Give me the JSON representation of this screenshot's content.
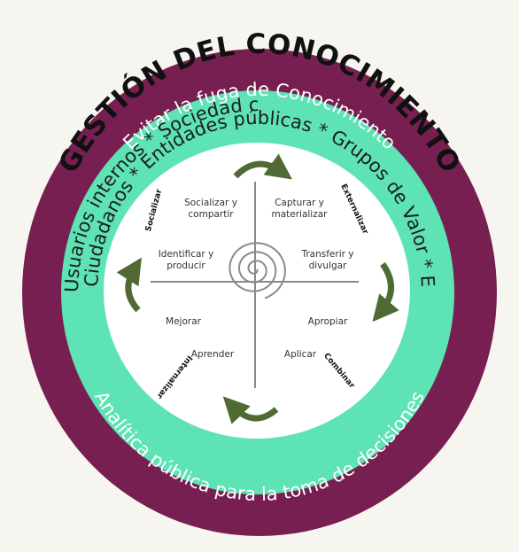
{
  "title": "GESTIÓN DEL CONOCIMIENTO",
  "outer_ring": {
    "top": "Evitar la fuga de Conocimiento",
    "bottom": "Analítica pública para la toma de decisiones"
  },
  "green_ring": {
    "top": "Ciudadanos * Entidades públicas * Grupos de Valor * Entidades de control *",
    "bottom": "Usuarios internos * Sociedad civil *"
  },
  "quadrants": {
    "socializar_compartir": "Socializar y compartir",
    "capturar_materializar": "Capturar y materializar",
    "identificar_producir": "Identificar y producir",
    "transferir_divulgar": "Transferir y divulgar",
    "mejorar": "Mejorar",
    "apropiar": "Apropiar",
    "aprender": "Aprender",
    "aplicar": "Aplicar"
  },
  "phases": {
    "socializar": "Socializar",
    "externalizar": "Externalizar",
    "internalizar": "Internalizar",
    "combinar": "Combinar"
  },
  "colors": {
    "outer_ring": "#781f52",
    "green_ring": "#5ee3b4",
    "center": "#ffffff",
    "arrow": "#4f6b33",
    "axis": "#8a8a8a"
  }
}
